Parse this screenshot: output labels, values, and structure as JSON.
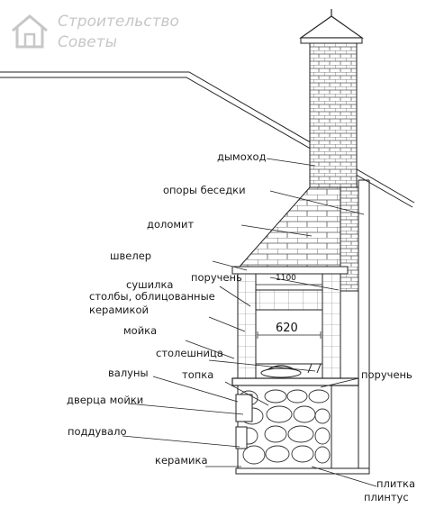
{
  "watermark": {
    "line1": "Строительство",
    "line2": "Советы"
  },
  "labels": {
    "dymokhod": "дымоход",
    "opory_besedki": "опоры беседки",
    "dolomit": "доломит",
    "shveler": "швелер",
    "poruchen_top": "поручень",
    "sushilka": "сушилка",
    "stolby_line1": "столбы, облицованные",
    "stolby_line2": "керамикой",
    "moyka": "мойка",
    "stoleshnitsa": "столешница",
    "topka": "топка",
    "valuny": "валуны",
    "poruchen_right": "поручень",
    "dvertsa_moyki": "дверца мойки",
    "poddouvalo": "поддувало",
    "keramika": "керамика",
    "plitka": "плитка",
    "plintus": "плинтус"
  },
  "dimensions": {
    "width_top": "1100",
    "opening": "620"
  },
  "colors": {
    "line": "#222222",
    "brick_fill": "#ffffff",
    "stone_fill": "#ffffff",
    "watermark": "#9a9a9a"
  }
}
